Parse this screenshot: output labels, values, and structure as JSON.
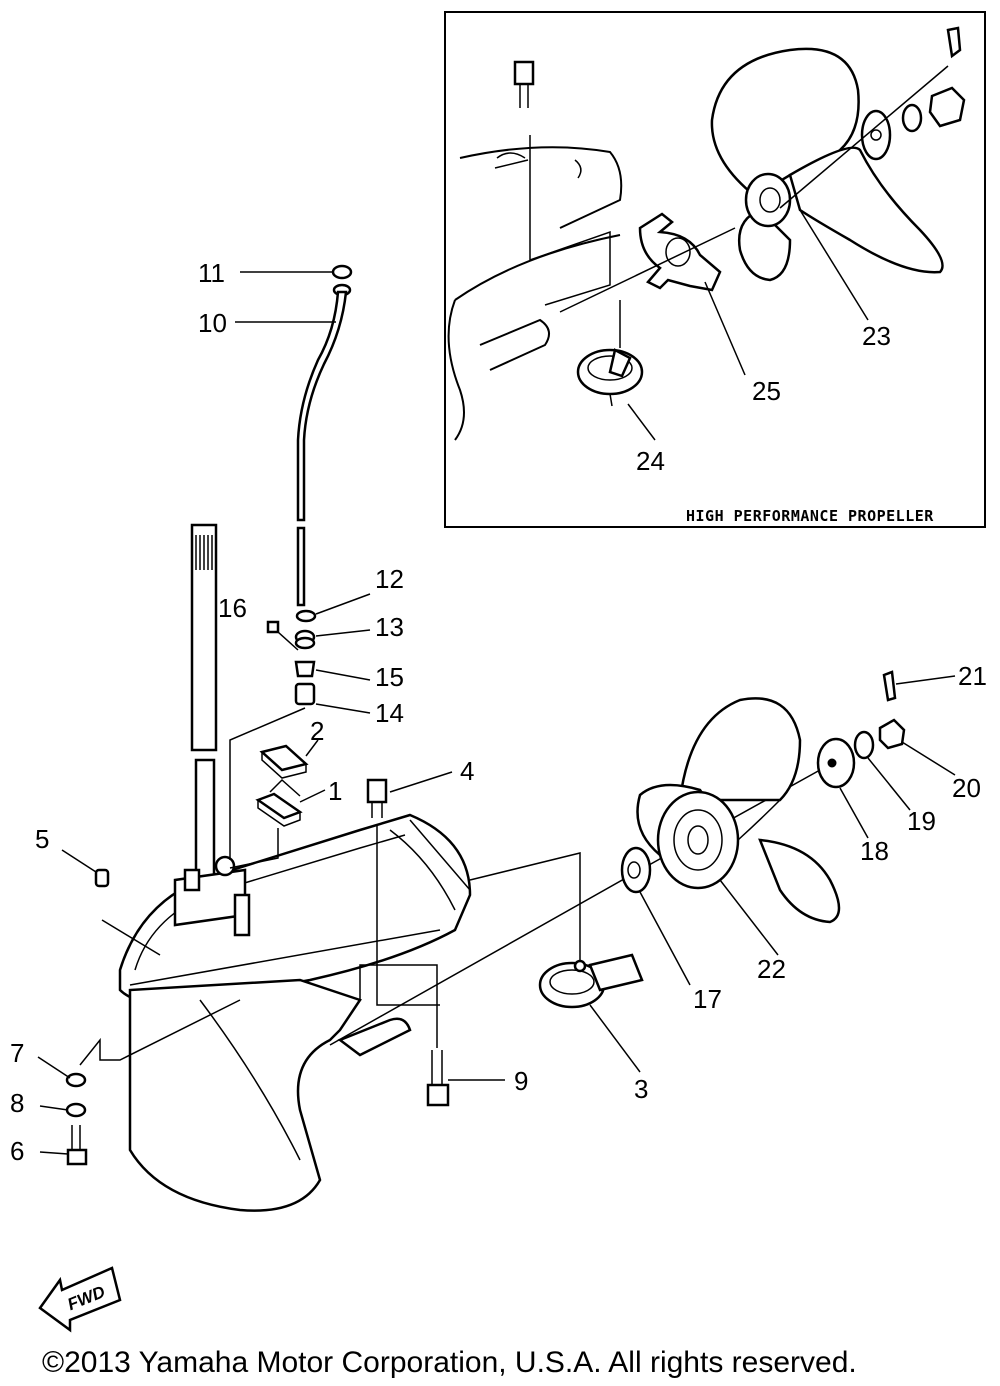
{
  "inset": {
    "title": "HIGH PERFORMANCE PROPELLER"
  },
  "fwd_label": "FWD",
  "copyright": "©2013 Yamaha Motor Corporation, U.S.A. All rights reserved.",
  "callouts": {
    "c1": "1",
    "c2": "2",
    "c3": "3",
    "c4": "4",
    "c5": "5",
    "c6": "6",
    "c7": "7",
    "c8": "8",
    "c9": "9",
    "c10": "10",
    "c11": "11",
    "c12": "12",
    "c13": "13",
    "c14": "14",
    "c15": "15",
    "c16": "16",
    "c17": "17",
    "c18": "18",
    "c19": "19",
    "c20": "20",
    "c21": "21",
    "c22": "22",
    "c23": "23",
    "c24": "24",
    "c25": "25"
  }
}
